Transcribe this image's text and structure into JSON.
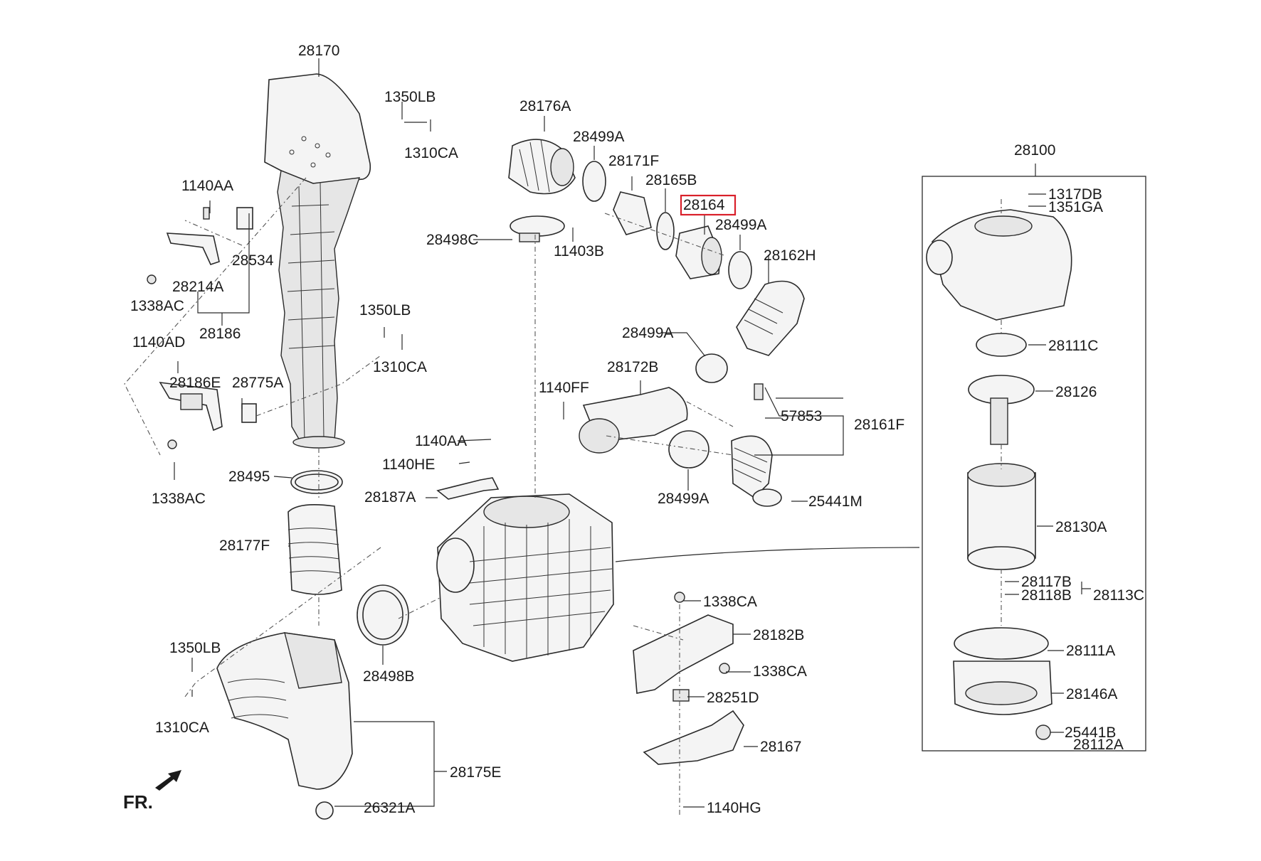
{
  "diagram": {
    "orientation_label": "FR.",
    "highlighted_part": "28164",
    "accent_color": "#d9202a",
    "parts": [
      {
        "id": "p28170",
        "label": "28170"
      },
      {
        "id": "p1350LB_a",
        "label": "1350LB"
      },
      {
        "id": "p1310CA_a",
        "label": "1310CA"
      },
      {
        "id": "p1140AA_a",
        "label": "1140AA"
      },
      {
        "id": "p28534",
        "label": "28534"
      },
      {
        "id": "p28214A",
        "label": "28214A"
      },
      {
        "id": "p1338AC_a",
        "label": "1338AC"
      },
      {
        "id": "p28186",
        "label": "28186"
      },
      {
        "id": "p1350LB_b",
        "label": "1350LB"
      },
      {
        "id": "p1310CA_b",
        "label": "1310CA"
      },
      {
        "id": "p1140AD",
        "label": "1140AD"
      },
      {
        "id": "p28186E",
        "label": "28186E"
      },
      {
        "id": "p28775A",
        "label": "28775A"
      },
      {
        "id": "p1338AC_b",
        "label": "1338AC"
      },
      {
        "id": "p28495",
        "label": "28495"
      },
      {
        "id": "p28177F",
        "label": "28177F"
      },
      {
        "id": "p1350LB_c",
        "label": "1350LB"
      },
      {
        "id": "p1310CA_c",
        "label": "1310CA"
      },
      {
        "id": "p28176A",
        "label": "28176A"
      },
      {
        "id": "p28499A_a",
        "label": "28499A"
      },
      {
        "id": "p28171F",
        "label": "28171F"
      },
      {
        "id": "p28165B",
        "label": "28165B"
      },
      {
        "id": "p28164",
        "label": "28164"
      },
      {
        "id": "p28499A_b",
        "label": "28499A"
      },
      {
        "id": "p28498C",
        "label": "28498C"
      },
      {
        "id": "p11403B",
        "label": "11403B"
      },
      {
        "id": "p28162H",
        "label": "28162H"
      },
      {
        "id": "p28499A_c",
        "label": "28499A"
      },
      {
        "id": "p28172B",
        "label": "28172B"
      },
      {
        "id": "p1140FF",
        "label": "1140FF"
      },
      {
        "id": "p57853",
        "label": "57853"
      },
      {
        "id": "p28161F",
        "label": "28161F"
      },
      {
        "id": "p28499A_d",
        "label": "28499A"
      },
      {
        "id": "p25441M",
        "label": "25441M"
      },
      {
        "id": "p1140AA_b",
        "label": "1140AA"
      },
      {
        "id": "p1140HE",
        "label": "1140HE"
      },
      {
        "id": "p28187A",
        "label": "28187A"
      },
      {
        "id": "p28498B",
        "label": "28498B"
      },
      {
        "id": "p1338CA_a",
        "label": "1338CA"
      },
      {
        "id": "p28182B",
        "label": "28182B"
      },
      {
        "id": "p1338CA_b",
        "label": "1338CA"
      },
      {
        "id": "p28251D",
        "label": "28251D"
      },
      {
        "id": "p28167",
        "label": "28167"
      },
      {
        "id": "p1140HG",
        "label": "1140HG"
      },
      {
        "id": "p28175E",
        "label": "28175E"
      },
      {
        "id": "p26321A",
        "label": "26321A"
      },
      {
        "id": "p28100",
        "label": "28100"
      },
      {
        "id": "p1317DB",
        "label": "1317DB"
      },
      {
        "id": "p1351GA",
        "label": "1351GA"
      },
      {
        "id": "p28111C",
        "label": "28111C"
      },
      {
        "id": "p28126",
        "label": "28126"
      },
      {
        "id": "p28130A",
        "label": "28130A"
      },
      {
        "id": "p28117B",
        "label": "28117B"
      },
      {
        "id": "p28118B",
        "label": "28118B"
      },
      {
        "id": "p28113C",
        "label": "28113C"
      },
      {
        "id": "p28111A",
        "label": "28111A"
      },
      {
        "id": "p28146A",
        "label": "28146A"
      },
      {
        "id": "p25441B",
        "label": "25441B"
      },
      {
        "id": "p28112A",
        "label": "28112A"
      }
    ]
  }
}
